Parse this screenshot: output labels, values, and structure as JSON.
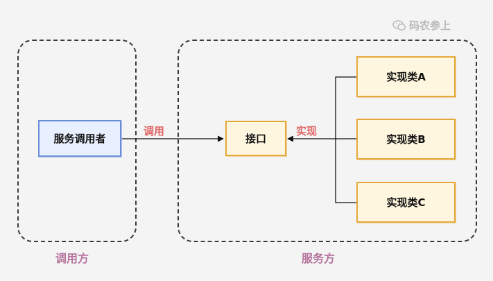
{
  "watermark": {
    "text": "码农参上",
    "icon": "wechat-icon"
  },
  "groups": {
    "caller_side": "调用方",
    "provider_side": "服务方"
  },
  "nodes": {
    "caller": "服务调用者",
    "interface": "接口",
    "impl_a": "实现类A",
    "impl_b": "实现类B",
    "impl_c": "实现类C"
  },
  "edges": {
    "call_label": "调用",
    "implement_label": "实现"
  },
  "colors": {
    "background": "#f4f4f4",
    "caller_fill": "#e8f0ff",
    "caller_border": "#6a8fd8",
    "node_fill": "#fff6df",
    "node_border": "#e5a93b",
    "edge_label": "#e06666",
    "group_label": "#b5739d",
    "watermark": "#b9b9b9"
  }
}
